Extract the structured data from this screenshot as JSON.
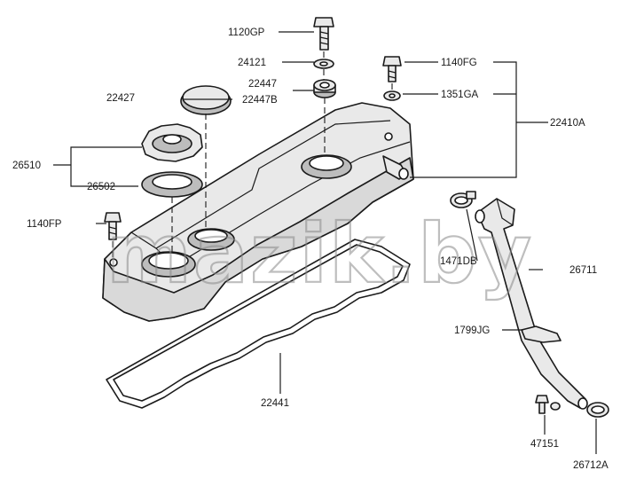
{
  "diagram": {
    "labels": {
      "l_1120GP": "1120GP",
      "l_24121": "24121",
      "l_22447": "22447",
      "l_22447B": "22447B",
      "l_22427": "22427",
      "l_26510": "26510",
      "l_26502": "26502",
      "l_1140FP": "1140FP",
      "l_1140FG": "1140FG",
      "l_1351GA": "1351GA",
      "l_22410A": "22410A",
      "l_1471DB": "1471DB",
      "l_26711": "26711",
      "l_1799JG": "1799JG",
      "l_22441": "22441",
      "l_47151": "47151",
      "l_26712A": "26712A"
    },
    "watermark": "mazik.by"
  }
}
